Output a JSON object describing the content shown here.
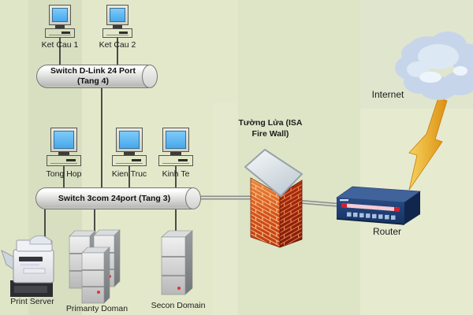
{
  "labels": {
    "ket_cau_1": "Ket Cau 1",
    "ket_cau_2": "Ket Cau 2",
    "switch_dlink_line1": "Switch D-Link 24 Port",
    "switch_dlink_line2": "(Tang 4)",
    "tong_hop": "Tong Hop",
    "kien_truc": "Kien Truc",
    "kinh_te": "Kinh Te",
    "switch_3com": "Switch 3com 24port (Tang 3)",
    "firewall_line1": "Tường Lửa (ISA",
    "firewall_line2": "Fire Wall)",
    "internet": "Internet",
    "router": "Router",
    "print_server": "Print Server",
    "primary_domain": "Primanty Doman",
    "secondary_domain": "Secon Domain"
  },
  "colors": {
    "background_green": "#e3e8ca",
    "monitor_screen_blue": "#55b4f0",
    "cylinder_gray": "#d9d9d7",
    "firewall_brick_red": "#c8400f",
    "firewall_cap_gray": "#dbe3e9",
    "router_navy": "#1c3a72",
    "router_stripe_pink": "#f3ccd4",
    "lightning_yellow": "#f0b93a",
    "cloud_blue": "#c7d5ea",
    "server_gray": "#d0d0d0",
    "status_dot_red": "#e13434",
    "wire_dark": "#4c4c48",
    "wire_thick_gray": "#8a8e85"
  }
}
